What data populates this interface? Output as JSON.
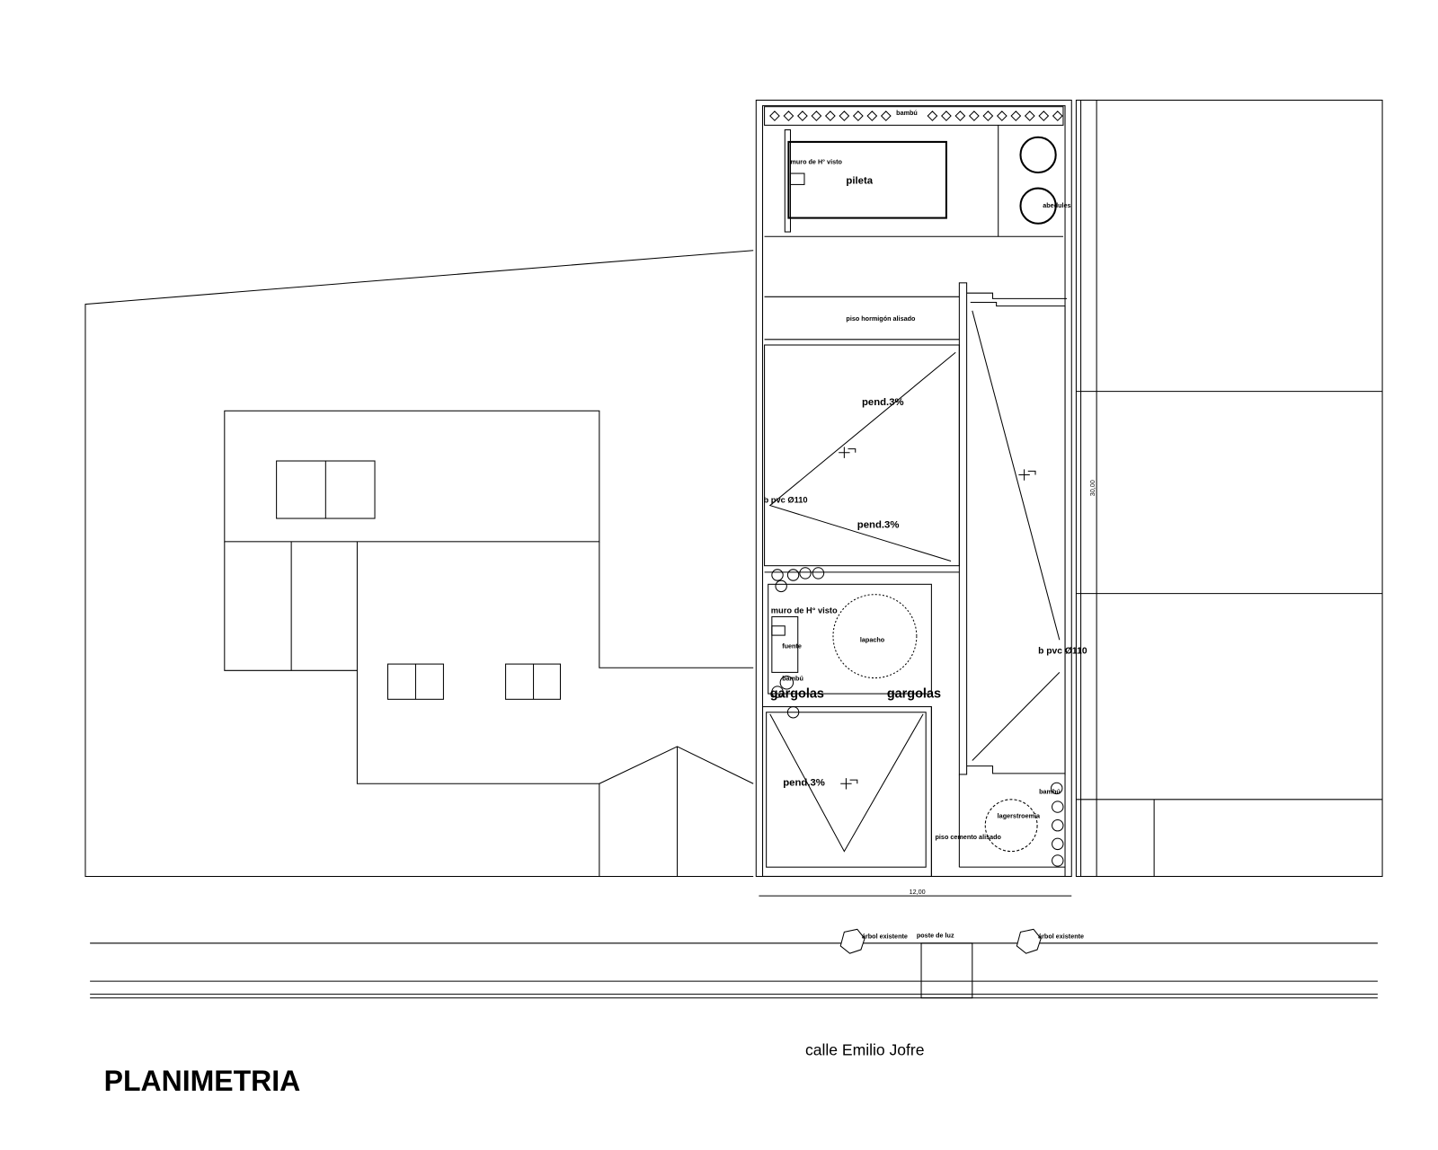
{
  "title": "PLANIMETRIA",
  "street": "calle Emilio Jofre",
  "labels": {
    "bamboo_top": "bambú",
    "wall_top": "muro de H° visto",
    "pool": "pileta",
    "trees_top": "abedules",
    "floor_top": "piso hormigón alisado",
    "slope1": "pend.3%",
    "slope2": "pend.3%",
    "slope3": "pend.3%",
    "pipe_left": "b pvc Ø110",
    "pipe_right": "b pvc Ø110",
    "wall_mid": "muro de H° visto",
    "fountain": "fuente",
    "tree_mid": "lapacho",
    "bamboo_mid": "bambú",
    "gargoyle_left": "gargolas",
    "gargoyle_right": "gargolas",
    "floor_bottom": "piso cemento alisado",
    "tree_bottom": "lagerstroemia",
    "bamboo_bottom": "bambú",
    "width_dim": "12,00",
    "depth_dim": "30,00",
    "tree_existing_1": "árbol existente",
    "tree_existing_2": "árbol existente",
    "light_post": "poste de luz"
  }
}
